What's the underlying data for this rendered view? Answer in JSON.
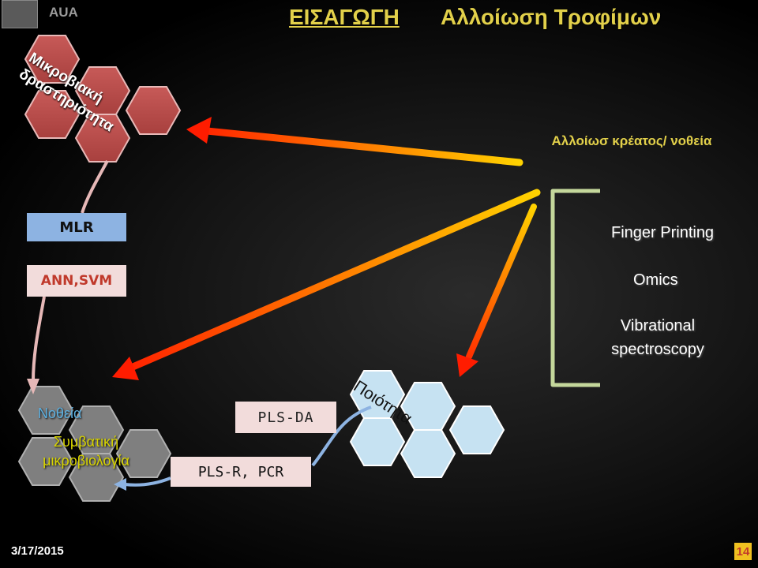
{
  "header": {
    "logo_label": "AUA",
    "title_intro": "ΕΙΣΑΓΩΓΗ",
    "title_main": "Αλλοίωση Τροφίμων"
  },
  "nodes": {
    "microbial_activity": "Μικροβιακή δραστηριότητα",
    "spoilage_meat": "Αλλοίωσ κρέατος/ νοθεία",
    "quality": "Ποιότητα",
    "spoilage_hex": "Νοθεία",
    "conventional_micro": "Συμβατική μικροβιολογία"
  },
  "methods": {
    "mlr": "MLR",
    "ann_svm": "ANN,SVM",
    "pls_da": "PLS-DA",
    "pls_r_pcr": "PLS-R, PCR"
  },
  "techniques": {
    "finger_printing": "Finger Printing",
    "omics": "Omics",
    "vibrational": "Vibrational spectroscopy"
  },
  "footer": {
    "date": "3/17/2015",
    "page": "14"
  },
  "colors": {
    "red_hex": "#c0504d",
    "blue_hex": "#c6e2f2",
    "gray_hex": "#808080",
    "arrow_start": "#ffd200",
    "arrow_end": "#ff1c00",
    "title": "#e2d04a"
  }
}
